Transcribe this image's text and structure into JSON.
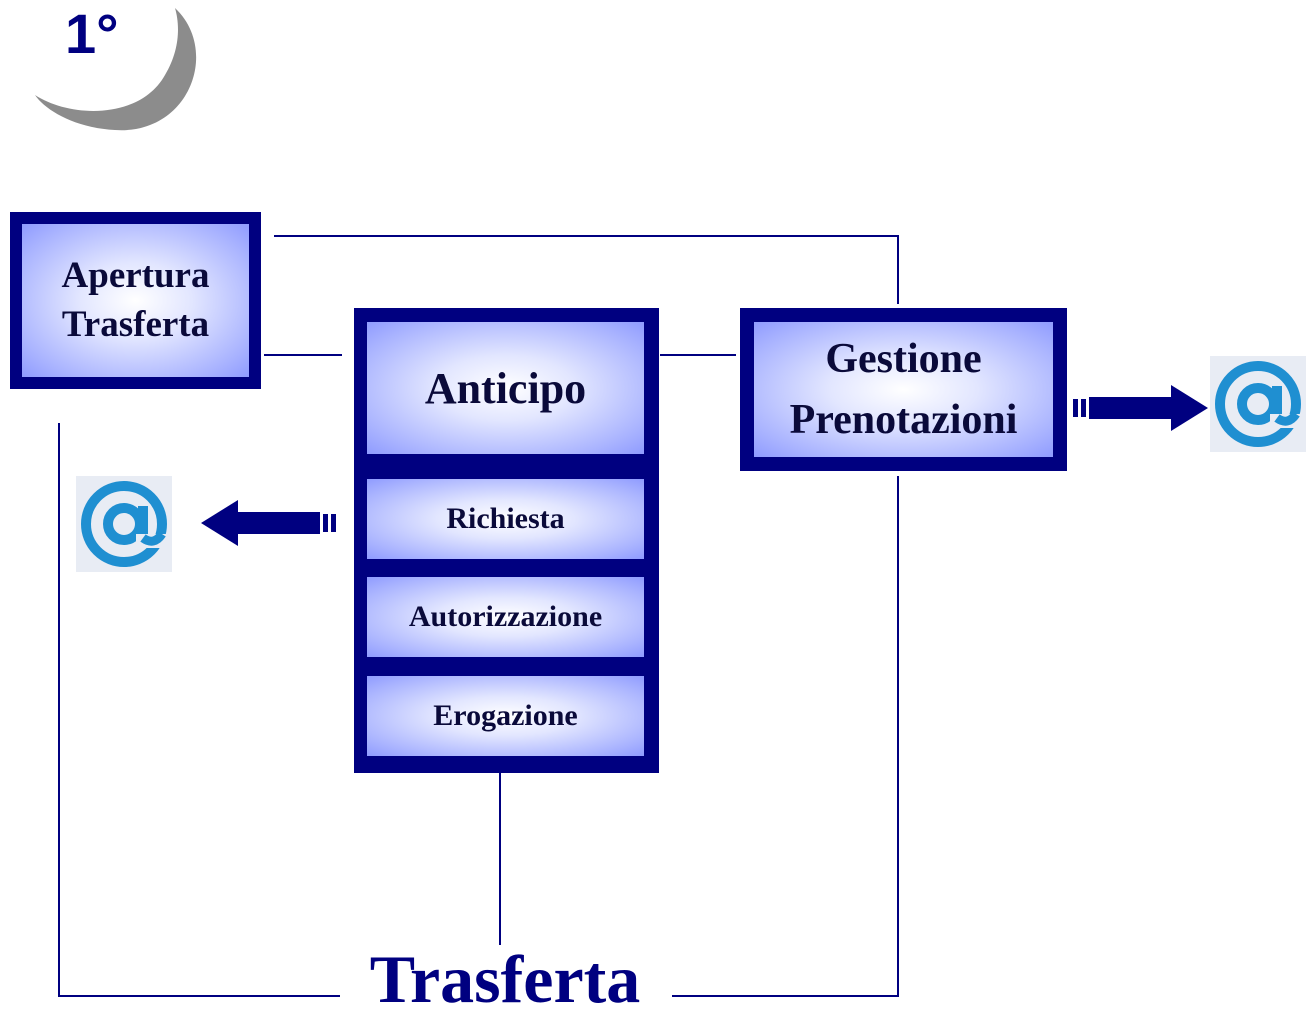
{
  "step": {
    "label": "1°"
  },
  "boxes": {
    "apertura": {
      "line1": "Apertura",
      "line2": "Trasferta"
    },
    "anticipo": {
      "title": "Anticipo",
      "steps": [
        "Richiesta",
        "Autorizzazione",
        "Erogazione"
      ]
    },
    "gestione": {
      "line1": "Gestione",
      "line2": "Prenotazioni"
    }
  },
  "footer": {
    "title": "Trasferta"
  },
  "colors": {
    "navy": "#000080",
    "box_light": "#e2e6ff",
    "box_dark": "#8f9bff",
    "badge_gray": "#8c8c8c",
    "icon_blue": "#1f8fd1"
  },
  "icons": {
    "left_email": "at-sign-icon",
    "right_email": "at-sign-icon",
    "left_arrow": "arrow-left-icon",
    "right_arrow": "arrow-right-icon"
  }
}
